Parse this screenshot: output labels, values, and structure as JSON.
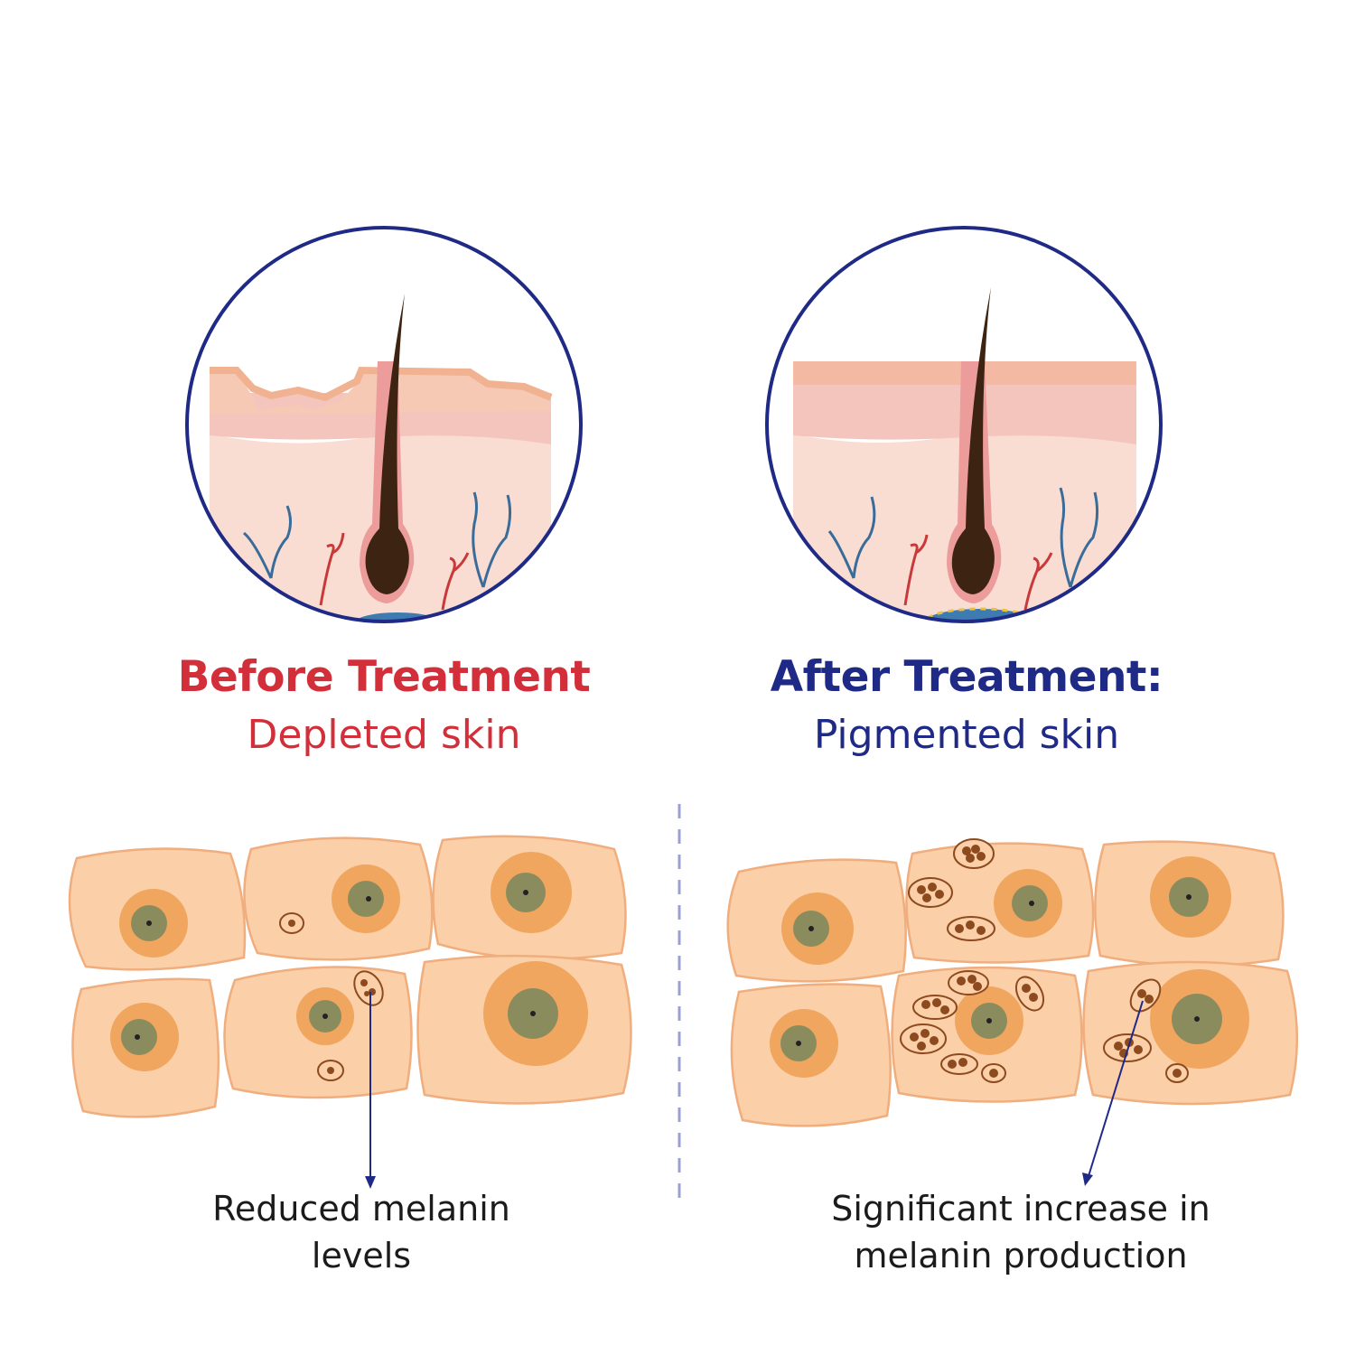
{
  "colors": {
    "before_red": "#d32f3a",
    "after_blue": "#1f2a87",
    "circle_border": "#1f2a87",
    "skin_top": "#f4b9a2",
    "skin_mid": "#f4c5bc",
    "skin_deep": "#f9ddd3",
    "hair": "#3d2412",
    "cell_fill": "#fbcfa8",
    "cell_stroke": "#f0ad7d",
    "nucleus_ring": "#f0a65e",
    "nucleus": "#8b8c5e",
    "melanin": "#8c4a1e",
    "divider": "#9aa1d1",
    "arrow": "#1f2a87"
  },
  "before": {
    "title": "Before Treatment",
    "subtitle": "Depleted skin",
    "caption_line1": "Reduced melanin",
    "caption_line2": "levels"
  },
  "after": {
    "title": "After Treatment:",
    "subtitle": "Pigmented skin",
    "caption_line1": "Significant increase in",
    "caption_line2": "melanin production"
  }
}
